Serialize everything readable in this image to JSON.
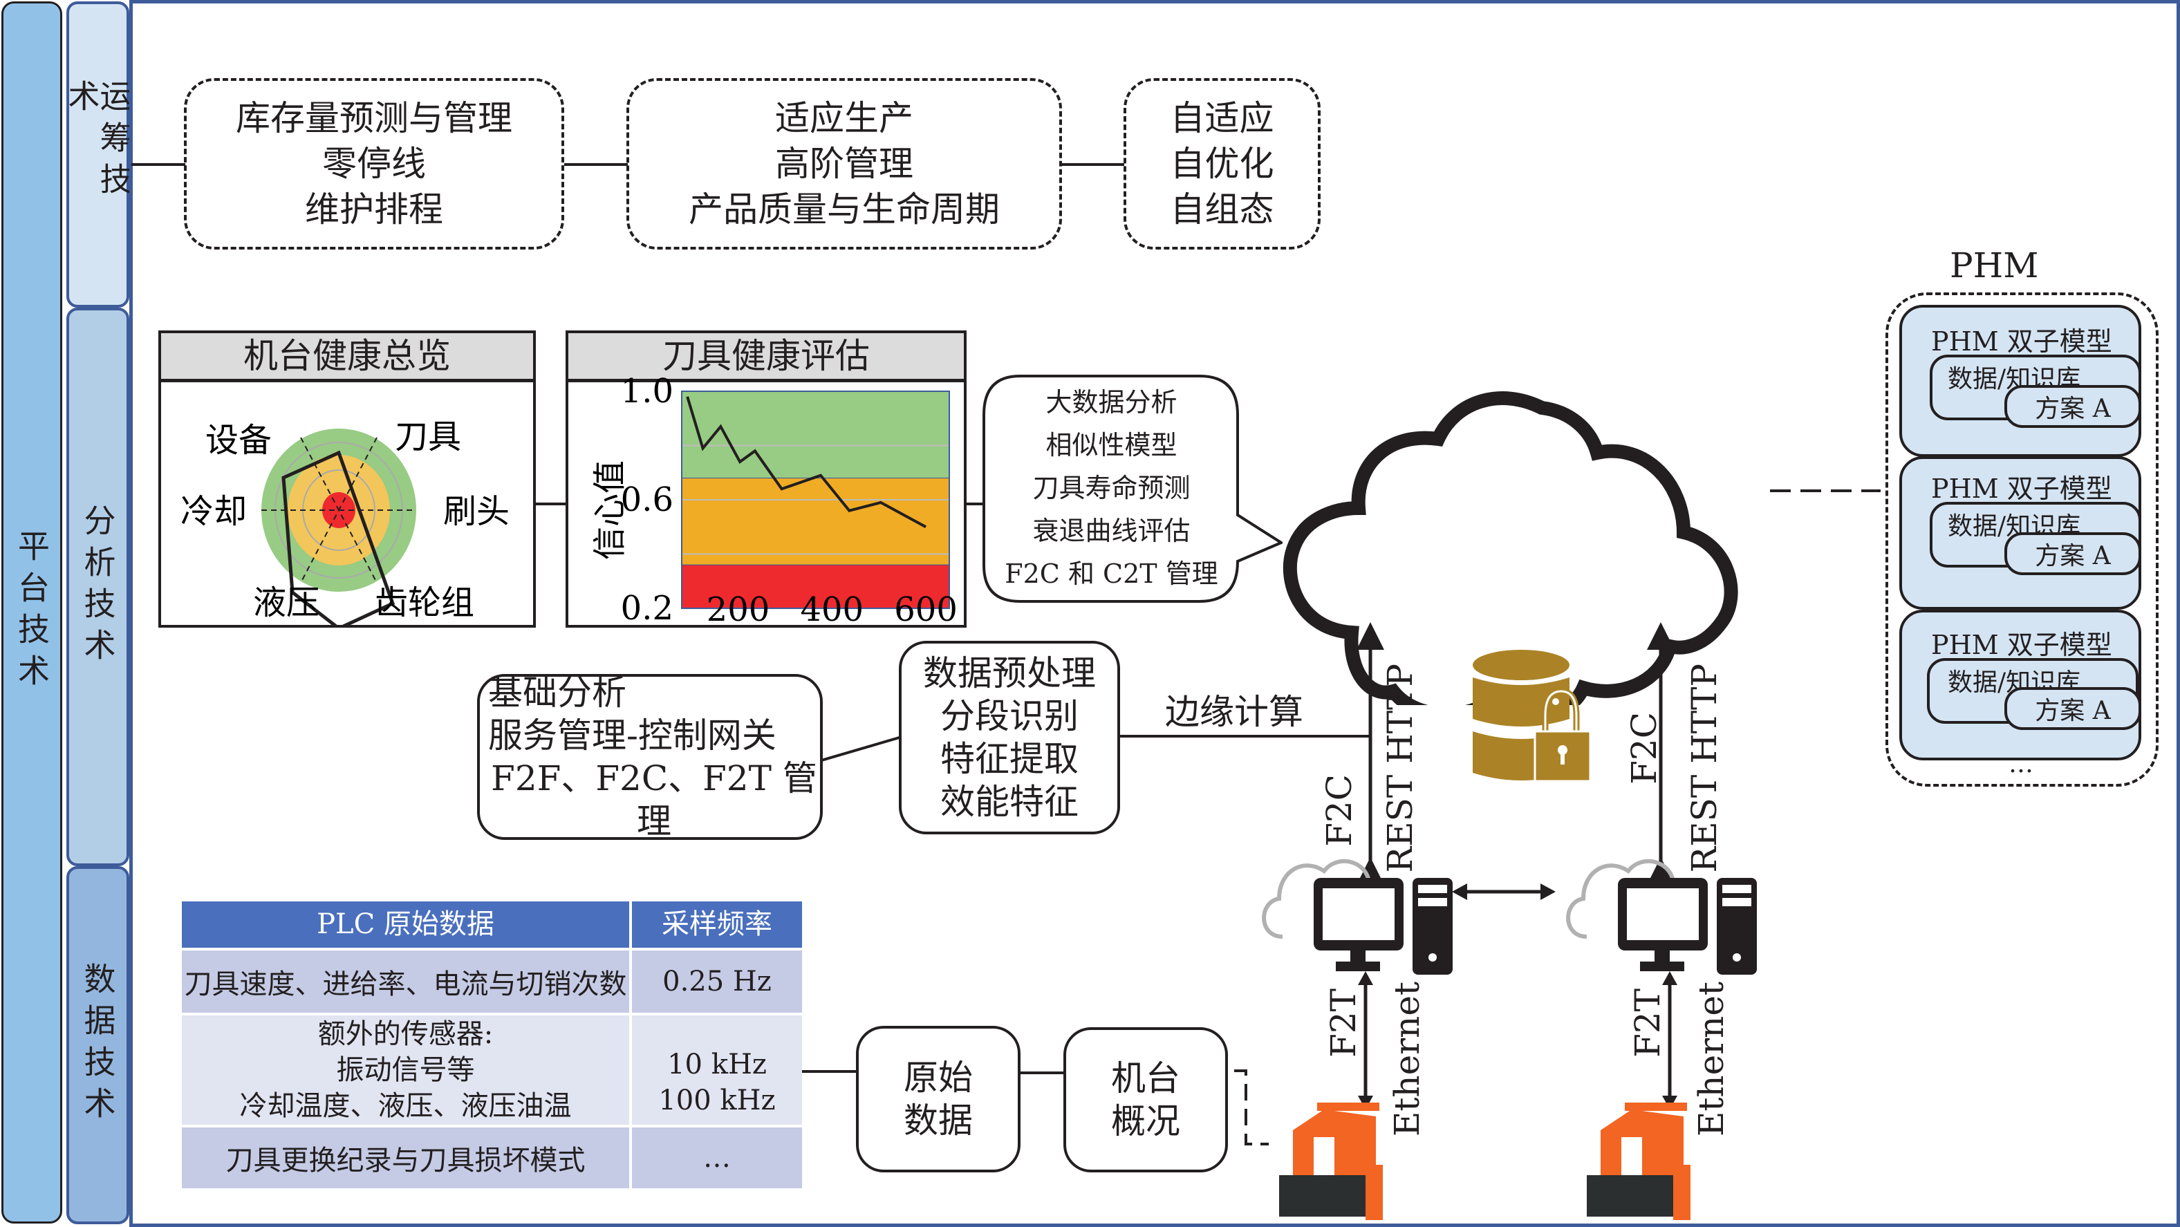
{
  "layers": {
    "platform": "平台技术",
    "operations": "运筹技术",
    "analysis": "分析技术",
    "data": "数据技术"
  },
  "operations_boxes": [
    {
      "lines": [
        "库存量预测与管理",
        "零停线",
        "维护排程"
      ]
    },
    {
      "lines": [
        "适应生产",
        "高阶管理",
        "产品质量与生命周期"
      ]
    },
    {
      "lines": [
        "自适应",
        "自优化",
        "自组态"
      ]
    }
  ],
  "machine_health": {
    "title": "机台健康总览",
    "axes": [
      "设备",
      "刀具",
      "刷头",
      "齿轮组",
      "液压",
      "冷却"
    ],
    "zone_colors": {
      "outer": "#98cb84",
      "middle": "#f2c65a",
      "inner": "#ee2a2e"
    }
  },
  "tool_health": {
    "title": "刀具健康评估",
    "ylabel": "信心值"
  },
  "chart_data": {
    "type": "line",
    "title": "刀具健康评估",
    "xlabel": "",
    "ylabel": "信心值",
    "x": [
      92,
      125,
      163,
      204,
      236,
      293,
      376,
      437,
      504,
      600
    ],
    "series": [
      {
        "name": "信心值",
        "values": [
          0.98,
          0.79,
          0.87,
          0.74,
          0.78,
          0.64,
          0.69,
          0.56,
          0.59,
          0.5
        ]
      }
    ],
    "xticks": [
      "200",
      "400",
      "600"
    ],
    "xtick_values": [
      200,
      400,
      600
    ],
    "yticks": [
      "1.0",
      "0.6",
      "0.2"
    ],
    "ytick_values": [
      1.0,
      0.6,
      0.2
    ],
    "xlim": [
      80,
      650
    ],
    "ylim": [
      0.2,
      1.0
    ],
    "bands": [
      {
        "from": 0.68,
        "to": 1.0,
        "color": "#98cb84"
      },
      {
        "from": 0.36,
        "to": 0.68,
        "color": "#f0ac24"
      },
      {
        "from": 0.2,
        "to": 0.36,
        "color": "#ee2a2e"
      }
    ],
    "grid": true,
    "legend": "none"
  },
  "cloud_bubble": {
    "lines": [
      "大数据分析",
      "相似性模型",
      "刀具寿命预测",
      "衰退曲线评估",
      "F2C 和 C2T 管理"
    ]
  },
  "edge": {
    "basic_box": [
      "基础分析",
      "服务管理-控制网关",
      "F2F、F2C、F2T 管理"
    ],
    "preprocess_box": [
      "数据预处理",
      "分段识别",
      "特征提取",
      "效能特征"
    ],
    "edge_label": "边缘计算"
  },
  "connections": {
    "f2c": "F2C",
    "rest": "REST HTTP",
    "f2t": "F2T",
    "ethernet": "Ethernet"
  },
  "phm": {
    "title": "PHM",
    "cards": [
      {
        "model": "PHM 双子模型",
        "kb": "数据/知识库",
        "plan": "方案 A"
      },
      {
        "model": "PHM 双子模型",
        "kb": "数据/知识库",
        "plan": "方案 A"
      },
      {
        "model": "PHM 双子模型",
        "kb": "数据/知识库",
        "plan": "方案 A"
      }
    ],
    "more": "…"
  },
  "plc_table": {
    "headers": [
      "PLC 原始数据",
      "采样频率"
    ],
    "rows": [
      {
        "data": [
          "刀具速度、进给率、电流与切销次数"
        ],
        "freq": [
          "0.25 Hz"
        ]
      },
      {
        "data": [
          "额外的传感器:",
          "振动信号等",
          "冷却温度、液压、液压油温"
        ],
        "freq": [
          "10 kHz",
          "100 kHz"
        ]
      },
      {
        "data": [
          "刀具更换纪录与刀具损坏模式"
        ],
        "freq": [
          "…"
        ]
      }
    ],
    "colors": {
      "header": "#4a6fbd",
      "row_dark": "#c5cbe5",
      "row_light": "#e1e4f1"
    }
  },
  "raw_data_box": [
    "原始",
    "数据"
  ],
  "machine_box": [
    "机台",
    "概况"
  ],
  "colors": {
    "frame": "#3e5b9a",
    "platform": "#92c1e8",
    "operations": "#d4e4f3",
    "analysis": "#b2cde6",
    "data": "#93b6de",
    "db": "#ab8326",
    "machine": "#f26522"
  }
}
